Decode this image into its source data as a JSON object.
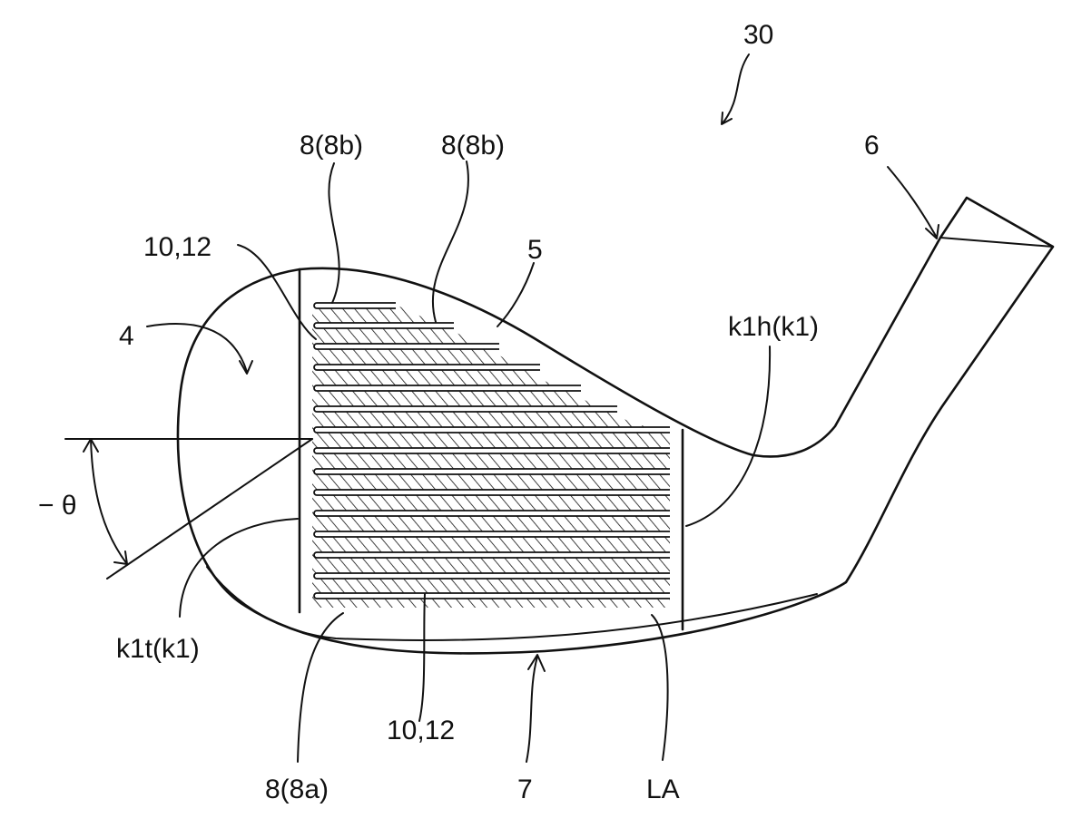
{
  "figure_ref": "30",
  "labels": {
    "groove_8b_left": "8(8b)",
    "groove_8b_right": "8(8b)",
    "part_6": "6",
    "part_10_12_top": "10,12",
    "part_5": "5",
    "part_4": "4",
    "k1h": "k1h(k1)",
    "theta": "− θ",
    "k1t": "k1t(k1)",
    "part_10_12_bottom": "10,12",
    "groove_8a": "8(8a)",
    "part_7": "7",
    "la": "LA"
  },
  "colors": {
    "line": "#111111",
    "background": "#ffffff"
  }
}
